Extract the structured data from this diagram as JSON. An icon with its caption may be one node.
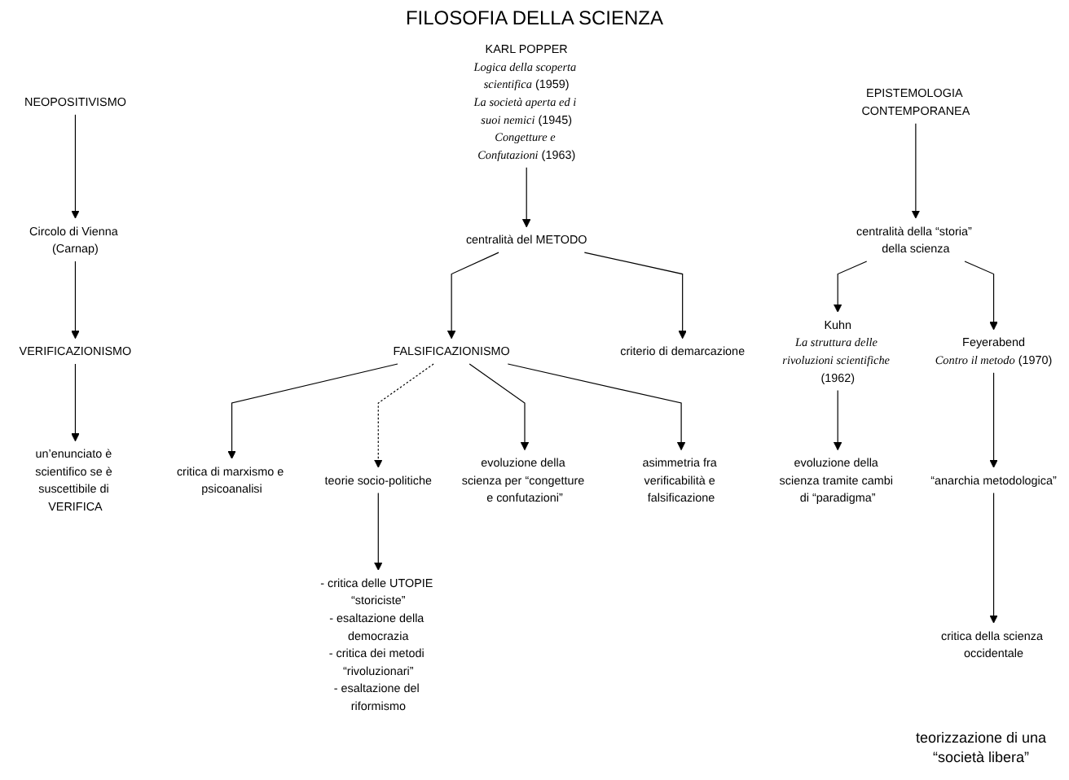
{
  "diagram": {
    "title": "FILOSOFIA DELLA SCIENZA",
    "nodes": [
      {
        "text": [
          "NEOPOSITIVISMO"
        ]
      },
      {
        "text": [
          "Circolo di Vienna (Carnap)"
        ]
      },
      {
        "text": [
          "VERIFICAZIONISMO"
        ]
      },
      {
        "text": [
          "un’enunciato è scientifico se è suscettibile di VERIFICA"
        ]
      },
      {
        "text": [
          "KARL POPPER",
          "*Logica della scoperta scientifica* (1959)",
          "*La società aperta ed i suoi nemici* (1945)",
          "*Congetture e Confutazioni* (1963)"
        ]
      },
      {
        "text": [
          "centralità del METODO"
        ]
      },
      {
        "text": [
          "criterio di demarcazione"
        ]
      },
      {
        "text": [
          "FALSIFICAZIONISMO"
        ]
      },
      {
        "text": [
          "asimmetria fra verificabilità e falsificazione"
        ]
      },
      {
        "text": [
          "critica di marxismo e psicoanalisi"
        ]
      },
      {
        "text": [
          "evoluzione della scienza per “congetture e confutazioni”"
        ]
      },
      {
        "text": [
          "teorie socio-politiche"
        ]
      },
      {
        "text": [
          "- critica delle UTOPIE “storiciste”",
          "- esaltazione della democrazia",
          "- critica dei metodi “rivoluzionari”",
          "- esaltazione del riformismo"
        ]
      },
      {
        "text": [
          "EPISTEMOLOGIA CONTEMPORANEA"
        ]
      },
      {
        "text": [
          "centralità della “storia” della scienza"
        ]
      },
      {
        "text": [
          "Kuhn",
          "*La struttura delle rivoluzioni scientifiche* (1962)"
        ]
      },
      {
        "text": [
          "Feyerabend",
          "*Contro il metodo* (1970)"
        ]
      },
      {
        "text": [
          "evoluzione della scienza tramite cambi di “paradigma”"
        ]
      },
      {
        "text": [
          "“anarchia metodologica”"
        ]
      },
      {
        "text": [
          "critica della scienza occidentale"
        ]
      }
    ],
    "edges": [
      {
        "from": 0,
        "to": 1,
        "arrow": "to"
      },
      {
        "from": 1,
        "to": 2,
        "arrow": "to"
      },
      {
        "from": 2,
        "to": 3,
        "arrow": "to"
      },
      {
        "from": 4,
        "to": 5,
        "arrow": "to"
      },
      {
        "from": 5,
        "to": 6,
        "arrow": "to"
      },
      {
        "from": 5,
        "to": 7,
        "arrow": "to"
      },
      {
        "from": 7,
        "to": 8,
        "arrow": "to"
      },
      {
        "from": 7,
        "to": 9,
        "arrow": "to"
      },
      {
        "from": 7,
        "to": 10,
        "arrow": "to"
      },
      {
        "from": 7,
        "to": 11,
        "arrow": "to",
        "style": "dashed"
      },
      {
        "from": 11,
        "to": 12,
        "arrow": "to"
      },
      {
        "from": 13,
        "to": 14,
        "arrow": "to"
      },
      {
        "from": 14,
        "to": 15,
        "arrow": "to"
      },
      {
        "from": 14,
        "to": 16,
        "arrow": "to"
      },
      {
        "from": 15,
        "to": 17,
        "arrow": "to"
      },
      {
        "from": 16,
        "to": 18,
        "arrow": "to"
      },
      {
        "from": 18,
        "to": 19,
        "arrow": "to"
      }
    ],
    "labels": [
      "teorizzazione di una “società libera”"
    ]
  }
}
